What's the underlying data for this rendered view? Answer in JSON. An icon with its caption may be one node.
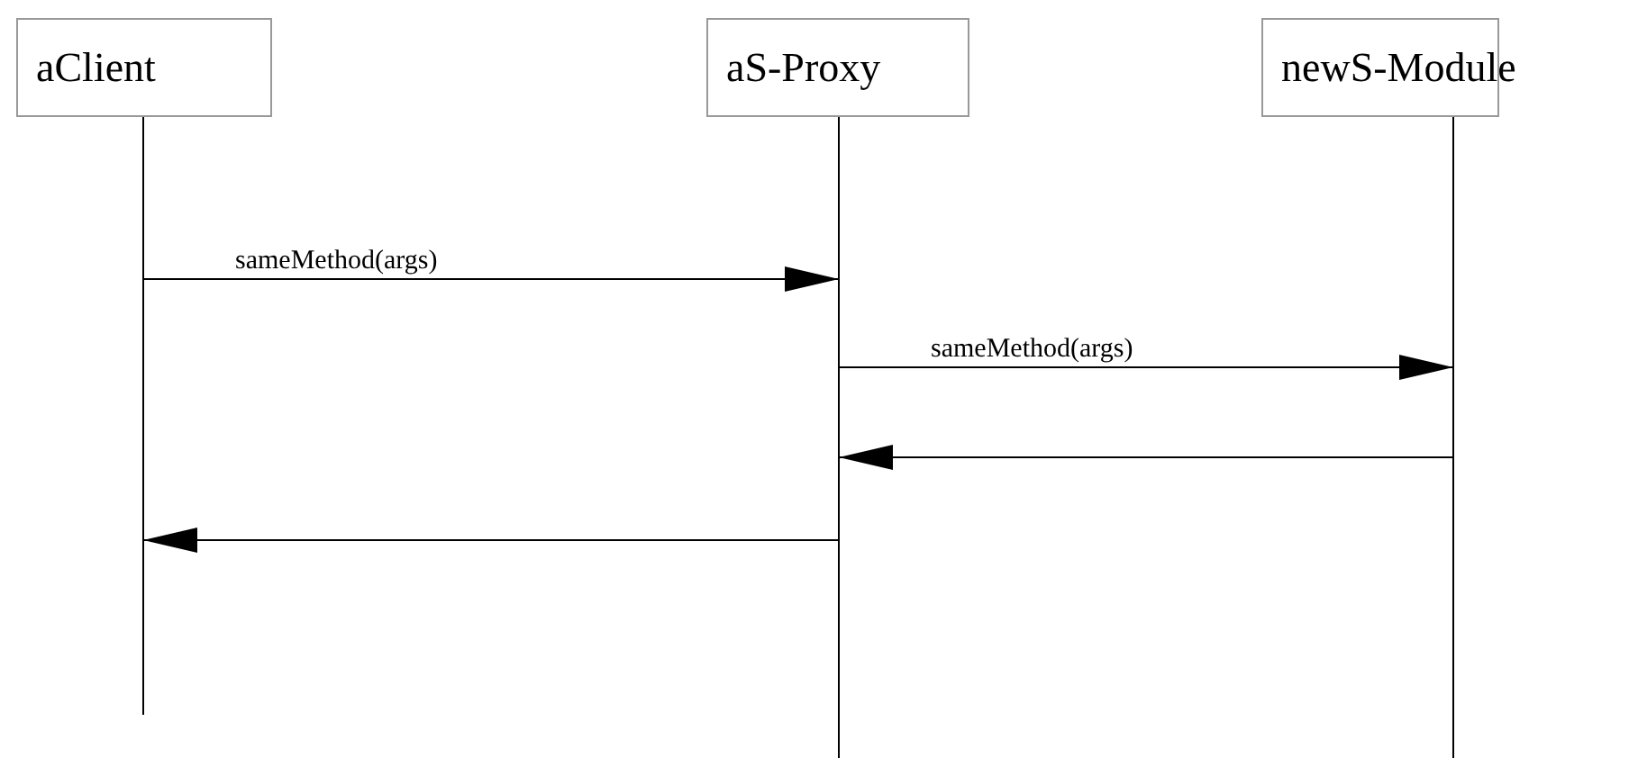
{
  "diagram": {
    "nodes": [
      {
        "text": [
          "aClient"
        ]
      },
      {
        "text": [
          "aS-Proxy"
        ]
      },
      {
        "text": [
          "newS-Module"
        ]
      },
      {
        "text": [],
        "shape": "bar"
      },
      {
        "text": [],
        "shape": "bar"
      },
      {
        "text": [],
        "shape": "bar"
      }
    ],
    "edges": [
      {
        "from": 3,
        "to": 4,
        "arrow": "to",
        "label": "sameMethod(args)"
      },
      {
        "from": 4,
        "to": 5,
        "arrow": "to",
        "label": "sameMethod(args)"
      },
      {
        "from": 5,
        "to": 4,
        "arrow": "to"
      },
      {
        "from": 4,
        "to": 3,
        "arrow": "to"
      }
    ]
  }
}
